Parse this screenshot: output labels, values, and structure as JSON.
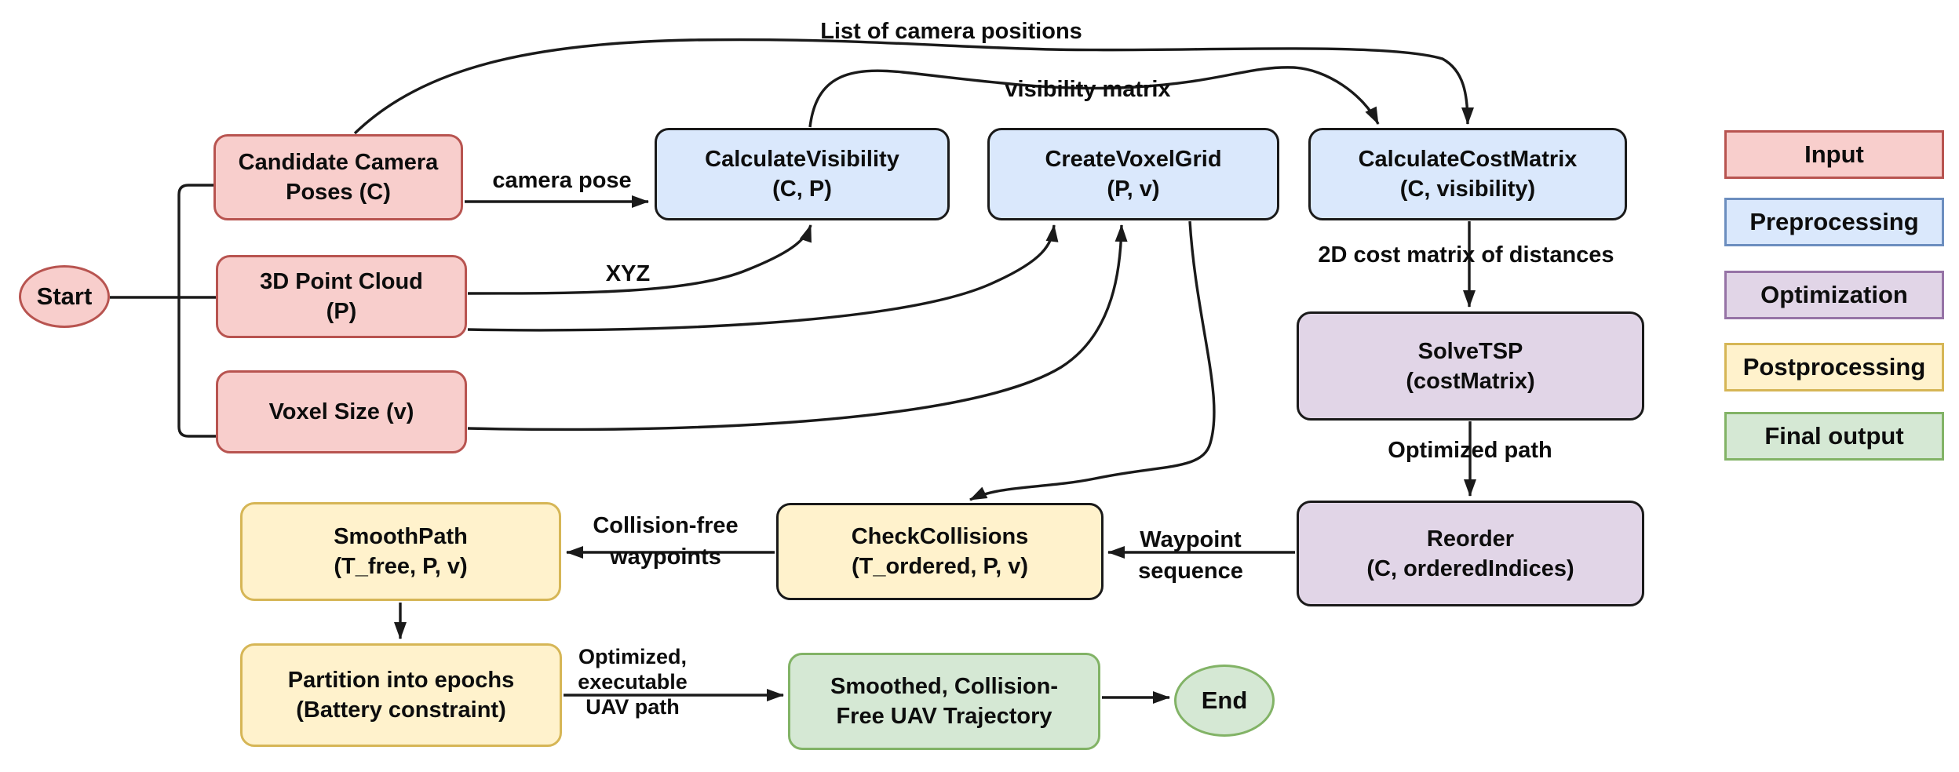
{
  "diagram": {
    "nodes": {
      "start": {
        "label": "Start",
        "category": "input"
      },
      "candidate_camera_poses": {
        "lines": [
          "Candidate Camera",
          "Poses (C)"
        ],
        "category": "input"
      },
      "point_cloud": {
        "lines": [
          "3D Point Cloud",
          "(P)"
        ],
        "category": "input"
      },
      "voxel_size": {
        "lines": [
          "Voxel Size (v)"
        ],
        "category": "input"
      },
      "calculate_visibility": {
        "lines": [
          "CalculateVisibility",
          "(C, P)"
        ],
        "category": "preprocessing"
      },
      "create_voxel_grid": {
        "lines": [
          "CreateVoxelGrid",
          "(P, v)"
        ],
        "category": "preprocessing"
      },
      "calculate_cost_matrix": {
        "lines": [
          "CalculateCostMatrix",
          "(C, visibility)"
        ],
        "category": "preprocessing"
      },
      "solve_tsp": {
        "lines": [
          "SolveTSP",
          "(costMatrix)"
        ],
        "category": "optimization"
      },
      "reorder": {
        "lines": [
          "Reorder",
          "(C, orderedIndices)"
        ],
        "category": "optimization"
      },
      "check_collisions": {
        "lines": [
          "CheckCollisions",
          "(T_ordered, P, v)"
        ],
        "category": "postprocessing"
      },
      "smooth_path": {
        "lines": [
          "SmoothPath",
          "(T_free, P, v)"
        ],
        "category": "postprocessing"
      },
      "partition_into_epochs": {
        "lines": [
          "Partition into epochs",
          "(Battery constraint)"
        ],
        "category": "postprocessing"
      },
      "final_trajectory": {
        "lines": [
          "Smoothed, Collision-",
          "Free UAV Trajectory"
        ],
        "category": "final_output"
      },
      "end": {
        "label": "End",
        "category": "final_output"
      }
    },
    "edge_labels": {
      "list_of_camera_positions": {
        "text": "List of camera positions"
      },
      "visibility_matrix": {
        "text": "visibility matrix"
      },
      "camera_pose": {
        "text": "camera pose"
      },
      "xyz": {
        "text": "XYZ"
      },
      "cost_matrix": {
        "text": "2D cost matrix of distances"
      },
      "optimized_path": {
        "text": "Optimized path"
      },
      "waypoint_sequence": {
        "lines": [
          "Waypoint",
          "sequence"
        ]
      },
      "collision_free_waypoints": {
        "lines": [
          "Collision-free",
          "waypoints"
        ]
      },
      "optimized_uav_path": {
        "lines": [
          "Optimized,",
          "executable",
          "UAV path"
        ]
      }
    },
    "legend": {
      "items": [
        {
          "label": "Input",
          "fill": "#f8cecc",
          "stroke": "#b85450"
        },
        {
          "label": "Preprocessing",
          "fill": "#dae8fc",
          "stroke": "#6c8ebf"
        },
        {
          "label": "Optimization",
          "fill": "#e1d5e7",
          "stroke": "#9673a6"
        },
        {
          "label": "Postprocessing",
          "fill": "#fff2cc",
          "stroke": "#d6b656"
        },
        {
          "label": "Final output",
          "fill": "#d5e8d4",
          "stroke": "#82b366"
        }
      ]
    },
    "colors": {
      "arrow": "#1a1a1a",
      "flow_box_border_dark": "#1a1a1a",
      "input_fill": "#f8cecc",
      "input_stroke": "#b85450",
      "preprocessing_fill": "#dae8fc",
      "preprocessing_stroke": "#6c8ebf",
      "optimization_fill": "#e1d5e7",
      "optimization_stroke": "#9673a6",
      "postprocessing_fill": "#fff2cc",
      "postprocessing_stroke": "#d6b656",
      "final_output_fill": "#d5e8d4",
      "final_output_stroke": "#82b366"
    }
  }
}
